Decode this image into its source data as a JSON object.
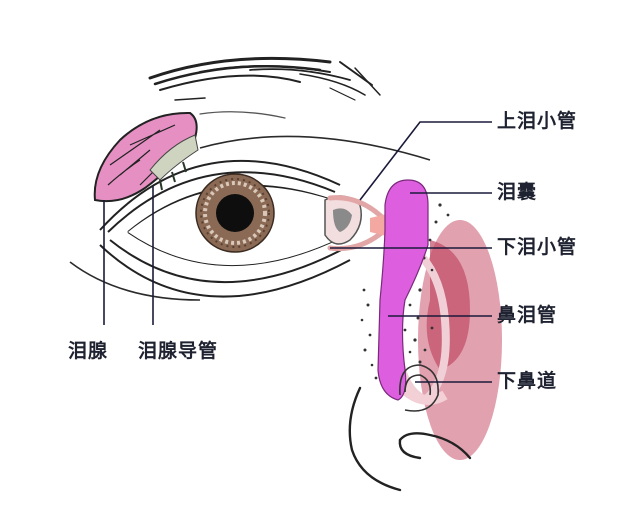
{
  "diagram": {
    "subject": "Lacrimal apparatus anatomy",
    "colors": {
      "line": "#1a1a3a",
      "lacrimal_gland": "#e58fc3",
      "lacrimal_sac_duct": "#dd5fe0",
      "nasal_mucosa": "#c8546e",
      "iris": "#7a5a45",
      "label_text": "#1f2230"
    },
    "labels": {
      "superior_canaliculus": "上泪小管",
      "lacrimal_sac": "泪囊",
      "inferior_canaliculus": "下泪小管",
      "nasolacrimal_duct": "鼻泪管",
      "inferior_meatus": "下鼻道",
      "lacrimal_gland": "泪腺",
      "lacrimal_gland_ducts": "泪腺导管"
    }
  }
}
